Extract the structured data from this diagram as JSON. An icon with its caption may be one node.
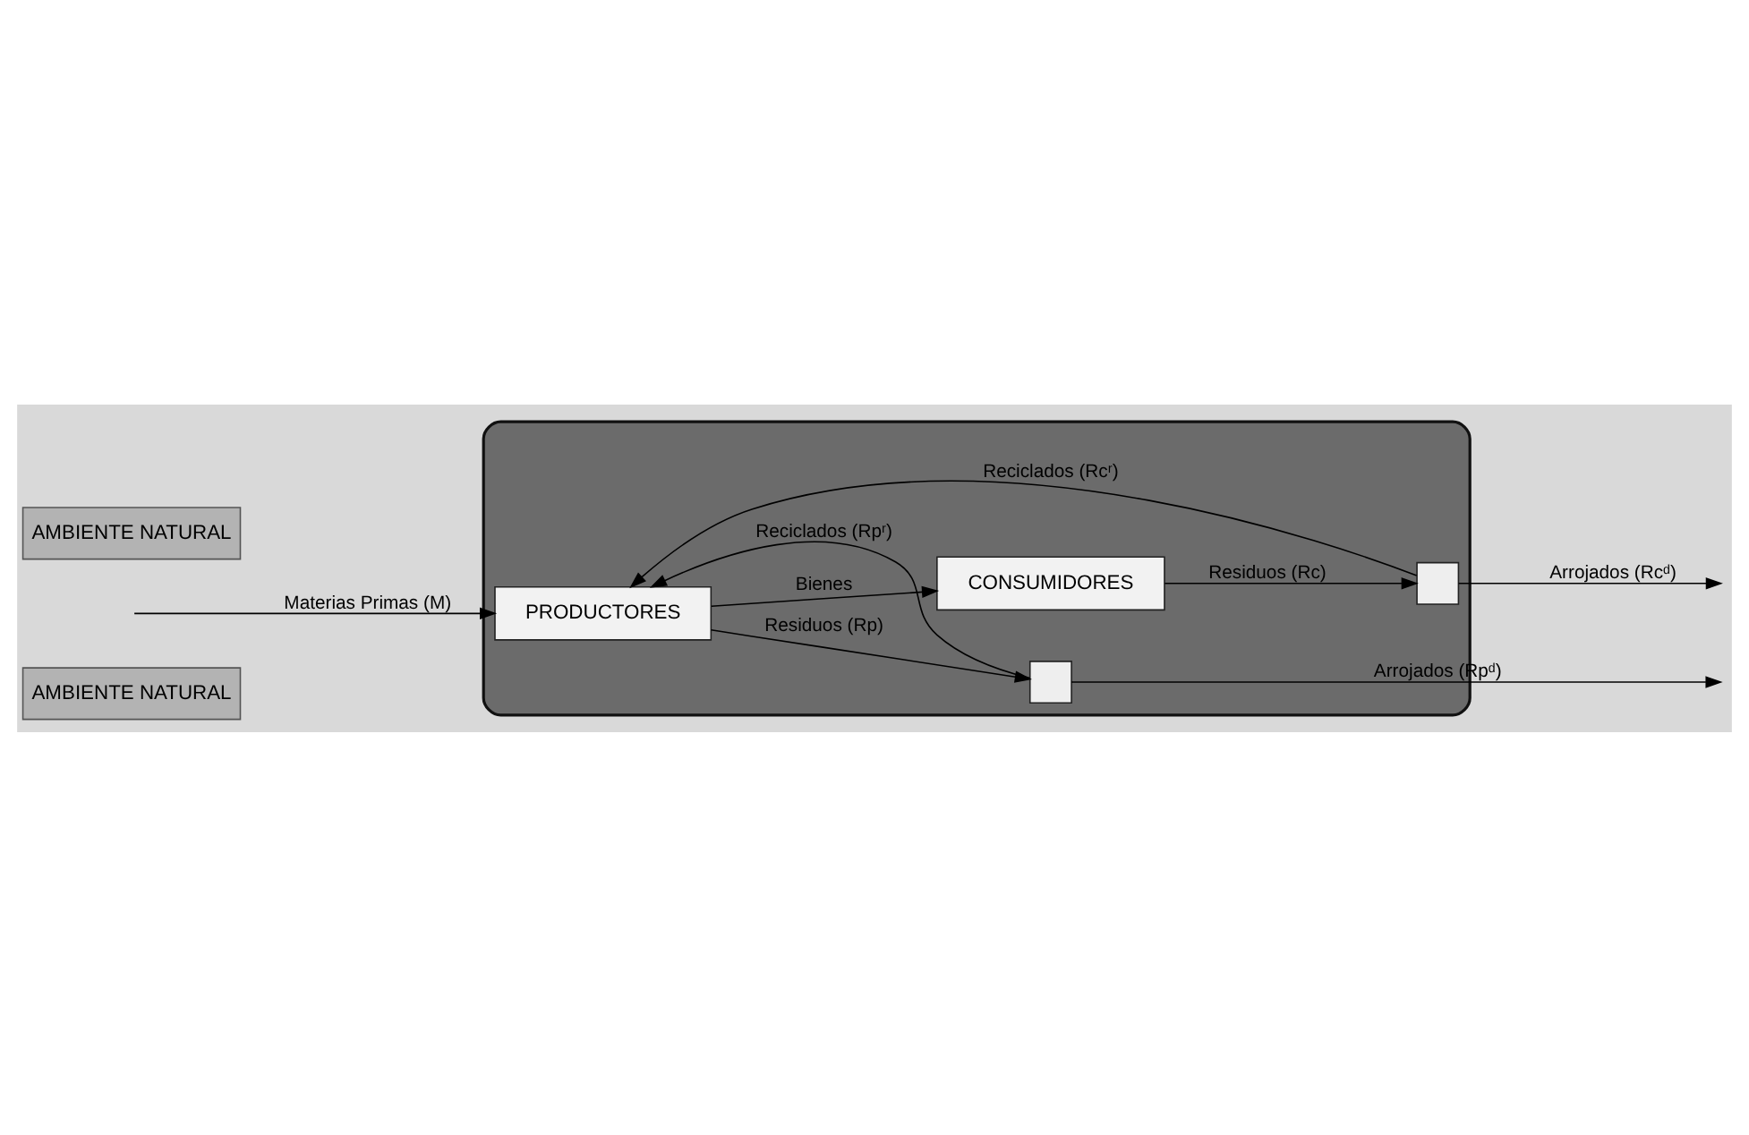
{
  "diagram": {
    "nodes": [
      {
        "text": [
          "AMBIENTE NATURAL"
        ]
      },
      {
        "text": [],
        "shape": "ellipse"
      },
      {
        "text": [
          "PRODUCTORES"
        ],
        "in": 1
      },
      {
        "text": [],
        "shape": "box",
        "in": 1
      },
      {
        "text": [
          "CONSUMIDORES"
        ],
        "in": 1
      },
      {
        "text": [],
        "shape": "box",
        "in": 1
      },
      {
        "text": [
          "AMBIENTE NATURAL"
        ]
      }
    ],
    "edges": [
      {
        "from": null,
        "to": 2,
        "arrow": "to",
        "label": "Materias Primas (M)"
      },
      {
        "from": 2,
        "to": 3,
        "arrow": "to",
        "label": "Residuos (Rp)"
      },
      {
        "from": 3,
        "to": 2,
        "arrow": "to",
        "label": "Reciclados (Rpʳ)"
      },
      {
        "from": 3,
        "to": null,
        "arrow": "to",
        "label": "Arrojados (Rpᵈ)"
      },
      {
        "from": 2,
        "to": 4,
        "arrow": "to",
        "label": "Bienes"
      },
      {
        "from": 4,
        "to": 5,
        "arrow": "to",
        "label": "Residuos (Rc)"
      },
      {
        "from": 5,
        "to": null,
        "arrow": "to",
        "label": "Arrojados (Rcᵈ)"
      },
      {
        "from": 5,
        "to": 2,
        "arrow": "to",
        "label": "Reciclados (Rcʳ)"
      }
    ]
  }
}
